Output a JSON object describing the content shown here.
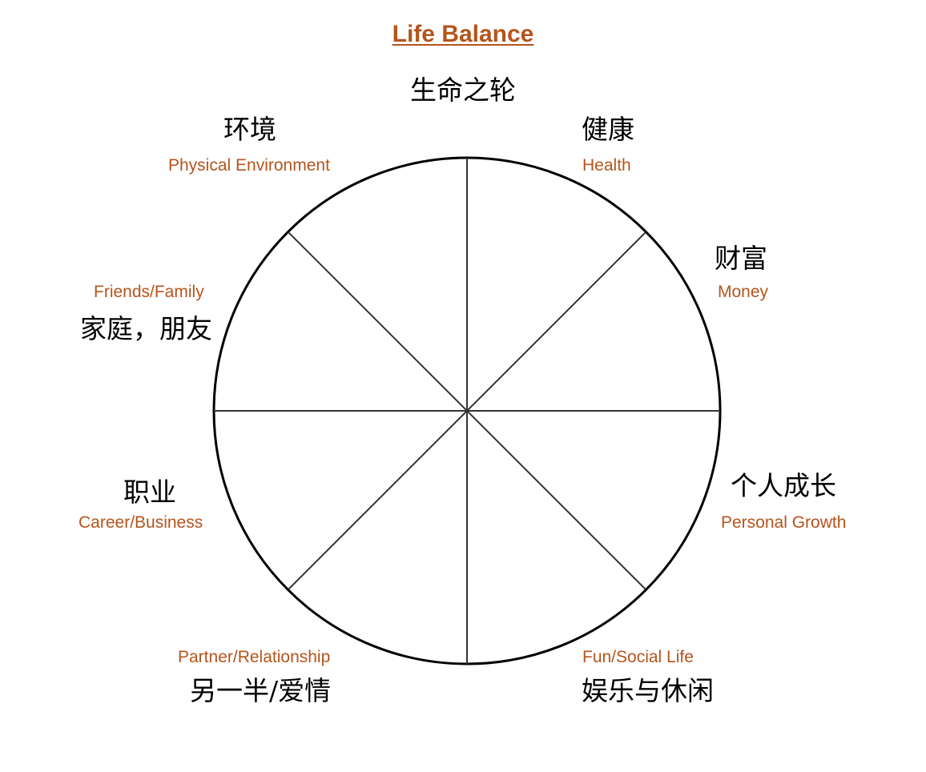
{
  "title": "Life Balance",
  "subtitle": "生命之轮",
  "segments": {
    "physical_environment": {
      "zh": "环境",
      "en": "Physical Environment"
    },
    "health": {
      "zh": "健康",
      "en": "Health"
    },
    "money": {
      "zh": "财富",
      "en": "Money"
    },
    "friends_family": {
      "zh": "家庭，朋友",
      "en": "Friends/Family"
    },
    "career_business": {
      "zh": "职业",
      "en": "Career/Business"
    },
    "personal_growth": {
      "zh": "个人成长",
      "en": "Personal Growth"
    },
    "partner_relationship": {
      "zh": "另一半/爱情",
      "en": "Partner/Relationship"
    },
    "fun_social_life": {
      "zh": "娱乐与休闲",
      "en": "Fun/Social Life"
    }
  },
  "colors": {
    "accent": "#b5541c",
    "line": "#000000"
  }
}
